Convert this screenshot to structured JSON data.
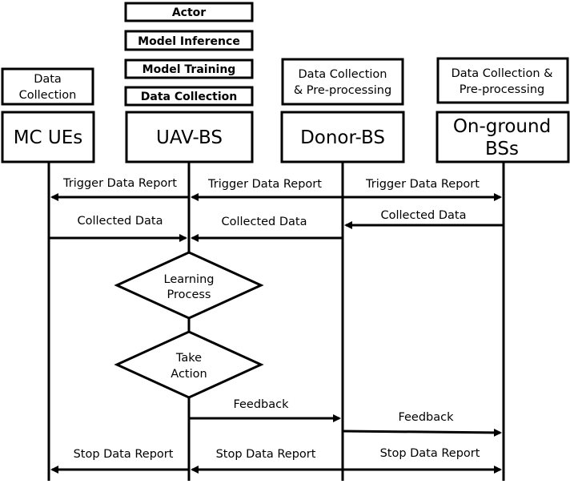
{
  "entities": {
    "mc_ues": {
      "name": "MC UEs",
      "role": [
        "Data",
        "Collection"
      ]
    },
    "uav_bs": {
      "name": "UAV-BS",
      "roles": [
        "Actor",
        "Model Inference",
        "Model Training",
        "Data Collection"
      ]
    },
    "donor_bs": {
      "name": "Donor-BS",
      "role": [
        "Data Collection",
        "& Pre-processing"
      ]
    },
    "ground_bs": {
      "name": [
        "On-ground",
        "BSs"
      ],
      "role": [
        "Data Collection &",
        "Pre-processing"
      ]
    }
  },
  "messages": {
    "trigger_1": "Trigger Data Report",
    "trigger_2": "Trigger Data Report",
    "trigger_3": "Trigger Data Report",
    "collected_1": "Collected Data",
    "collected_2": "Collected Data",
    "collected_3": "Collected Data",
    "feedback_1": "Feedback",
    "feedback_2": "Feedback",
    "stop_1": "Stop Data Report",
    "stop_2": "Stop Data Report",
    "stop_3": "Stop Data Report"
  },
  "process": {
    "learning": [
      "Learning",
      "Process"
    ],
    "action": [
      "Take",
      "Action"
    ]
  }
}
